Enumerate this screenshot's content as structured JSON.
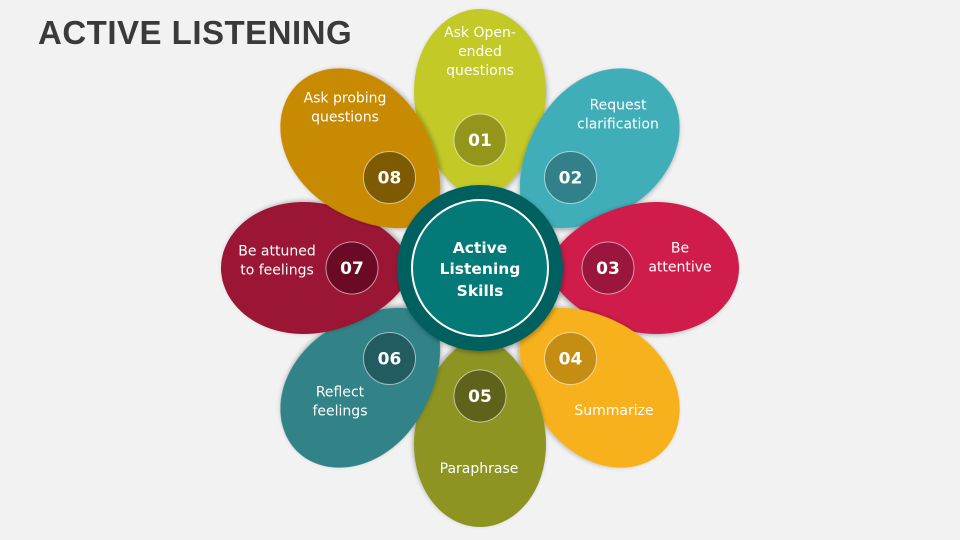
{
  "title": "ACTIVE LISTENING",
  "center": {
    "lines": [
      "Active",
      "Listening",
      "Skills"
    ],
    "outer_color": "#035e5e",
    "inner_color": "#037a78"
  },
  "petals": [
    {
      "number": "01",
      "lines": [
        "Ask Open-",
        "ended",
        "questions"
      ],
      "color": "#c3c927",
      "circle": "#93961b"
    },
    {
      "number": "02",
      "lines": [
        "Request",
        "clarification"
      ],
      "color": "#41aeb8",
      "circle": "#32808a"
    },
    {
      "number": "03",
      "lines": [
        "Be",
        "attentive"
      ],
      "color": "#cf1b4b",
      "circle": "#9a163c"
    },
    {
      "number": "04",
      "lines": [
        "Summarize"
      ],
      "color": "#f7b11d",
      "circle": "#c58e13"
    },
    {
      "number": "05",
      "lines": [
        "Paraphrase"
      ],
      "color": "#8d9424",
      "circle": "#5e621a"
    },
    {
      "number": "06",
      "lines": [
        "Reflect",
        "feelings"
      ],
      "color": "#338388",
      "circle": "#235c60"
    },
    {
      "number": "07",
      "lines": [
        "Be attuned",
        "to feelings"
      ],
      "color": "#9b1235",
      "circle": "#6a0a25"
    },
    {
      "number": "08",
      "lines": [
        "Ask probing",
        "questions"
      ],
      "color": "#c88a06",
      "circle": "#7e5a02"
    }
  ]
}
